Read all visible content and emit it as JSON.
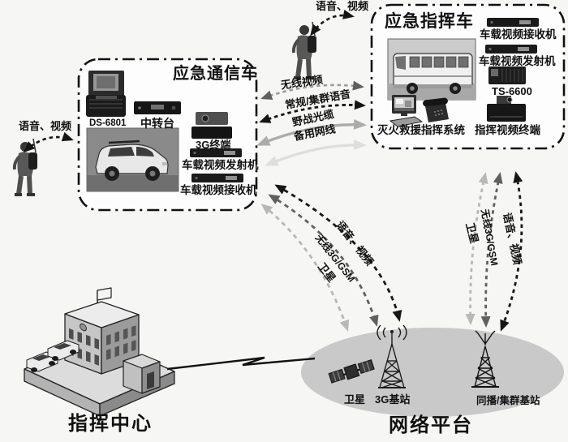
{
  "boxes": {
    "comm_vehicle": {
      "title": "应急通信车",
      "ds": "DS-6801",
      "relay": "中转台",
      "g3": "3G终端",
      "tx": "车载视频发射机",
      "rx": "车载视频接收机"
    },
    "command_vehicle": {
      "title": "应急指挥车",
      "rx": "车载视频接收机",
      "tx": "车载视频发射机",
      "ts": "TS-6600",
      "fire": "灭火救援指挥系统",
      "term": "指挥视频终端"
    },
    "links": {
      "person_left": "语音、视频",
      "person_top": "语音、视频",
      "wireless_video": "无线视频",
      "conv_trunk_voice": "常规/集群语音",
      "field_fiber": "野战光缆",
      "backup_lan": "备用网线",
      "left_voice_video": "语音、视频",
      "left_3g_gsm": "无线3G/GSM",
      "left_satellite": "卫星",
      "right_satellite": "卫星",
      "right_3g_gsm": "无线3G/GSM",
      "right_voice_video": "语音、视频"
    },
    "platform": {
      "label": "网络平台",
      "satellite": "卫星",
      "g3_base": "3G基站",
      "trunk_base": "同播/集群基站"
    },
    "command_center": {
      "label": "指挥中心"
    }
  },
  "colors": {
    "arrow_black": "#161616",
    "arrow_dark_gray": "#606060",
    "arrow_light_gray": "#b8b8b8",
    "fiber_solid_gray": "#ababab",
    "lan_pale_gray": "#dedede",
    "ellipse_fill": "#c9c9c9"
  }
}
